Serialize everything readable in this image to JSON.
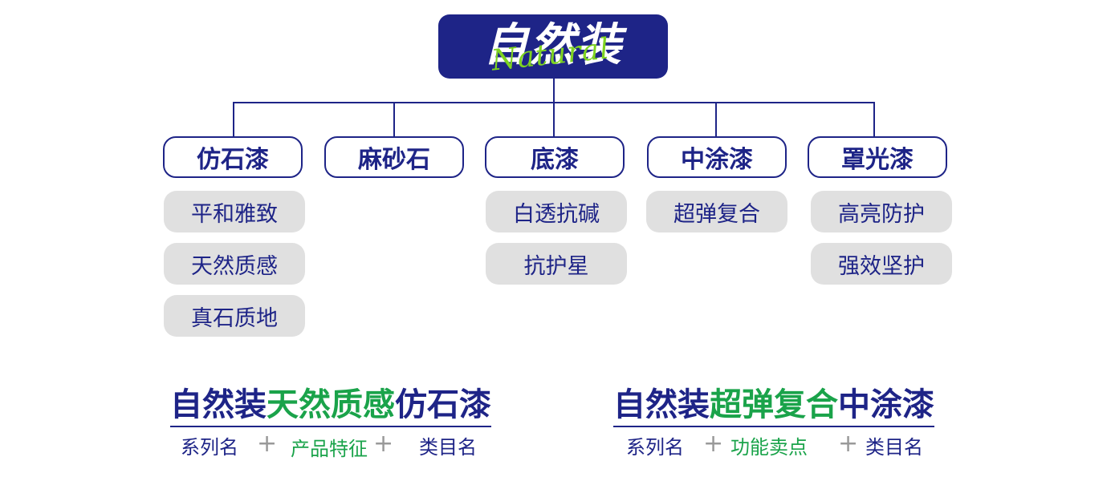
{
  "header": {
    "title": "自然装",
    "script": "Natural"
  },
  "categories": [
    {
      "label": "仿石漆",
      "features": [
        "平和雅致",
        "天然质感",
        "真石质地"
      ]
    },
    {
      "label": "麻砂石",
      "features": []
    },
    {
      "label": "底漆",
      "features": [
        "白透抗碱",
        "抗护星"
      ]
    },
    {
      "label": "中涂漆",
      "features": [
        "超弹复合"
      ]
    },
    {
      "label": "罩光漆",
      "features": [
        "高亮防护",
        "强效坚护"
      ]
    }
  ],
  "formulas": [
    {
      "series": "自然装",
      "feature": "天然质感",
      "category": "仿石漆",
      "series_caption": "系列名",
      "feature_caption": "产品特征",
      "category_caption": "类目名"
    },
    {
      "series": "自然装",
      "feature": "超弹复合",
      "category": "中涂漆",
      "series_caption": "系列名",
      "feature_caption": "功能卖点",
      "category_caption": "类目名"
    }
  ],
  "plus_symbol": "+",
  "colors": {
    "navy": "#1e2487",
    "green": "#1aa34a",
    "chip": "#e0e0e0",
    "script_green": "#7ed321"
  }
}
